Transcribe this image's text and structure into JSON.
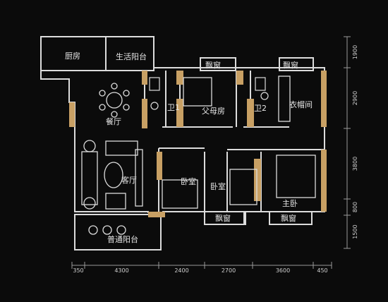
{
  "rooms": {
    "kitchen": "厨房",
    "service_balcony": "生活阳台",
    "dining": "餐厅",
    "living": "客厅",
    "balcony": "普通阳台",
    "bath1": "卫1",
    "bath2": "卫2",
    "parents": "父母房",
    "closet": "衣帽间",
    "bedroom_a": "卧室",
    "bedroom_b": "卧室",
    "master": "主卧",
    "bay1": "飘窗",
    "bay2": "飘窗",
    "bay3": "飘窗",
    "bay4": "飘窗"
  },
  "dimensions": {
    "bottom": [
      "350",
      "4300",
      "2400",
      "2700",
      "3600",
      "450"
    ],
    "right": [
      "1900",
      "2900",
      "3800",
      "800",
      "1500"
    ]
  },
  "colors": {
    "background": "#0b0b0b",
    "wall": "#dcdcdc",
    "accent_wall": "#c8a064",
    "dim_line": "#9a9a9a"
  }
}
